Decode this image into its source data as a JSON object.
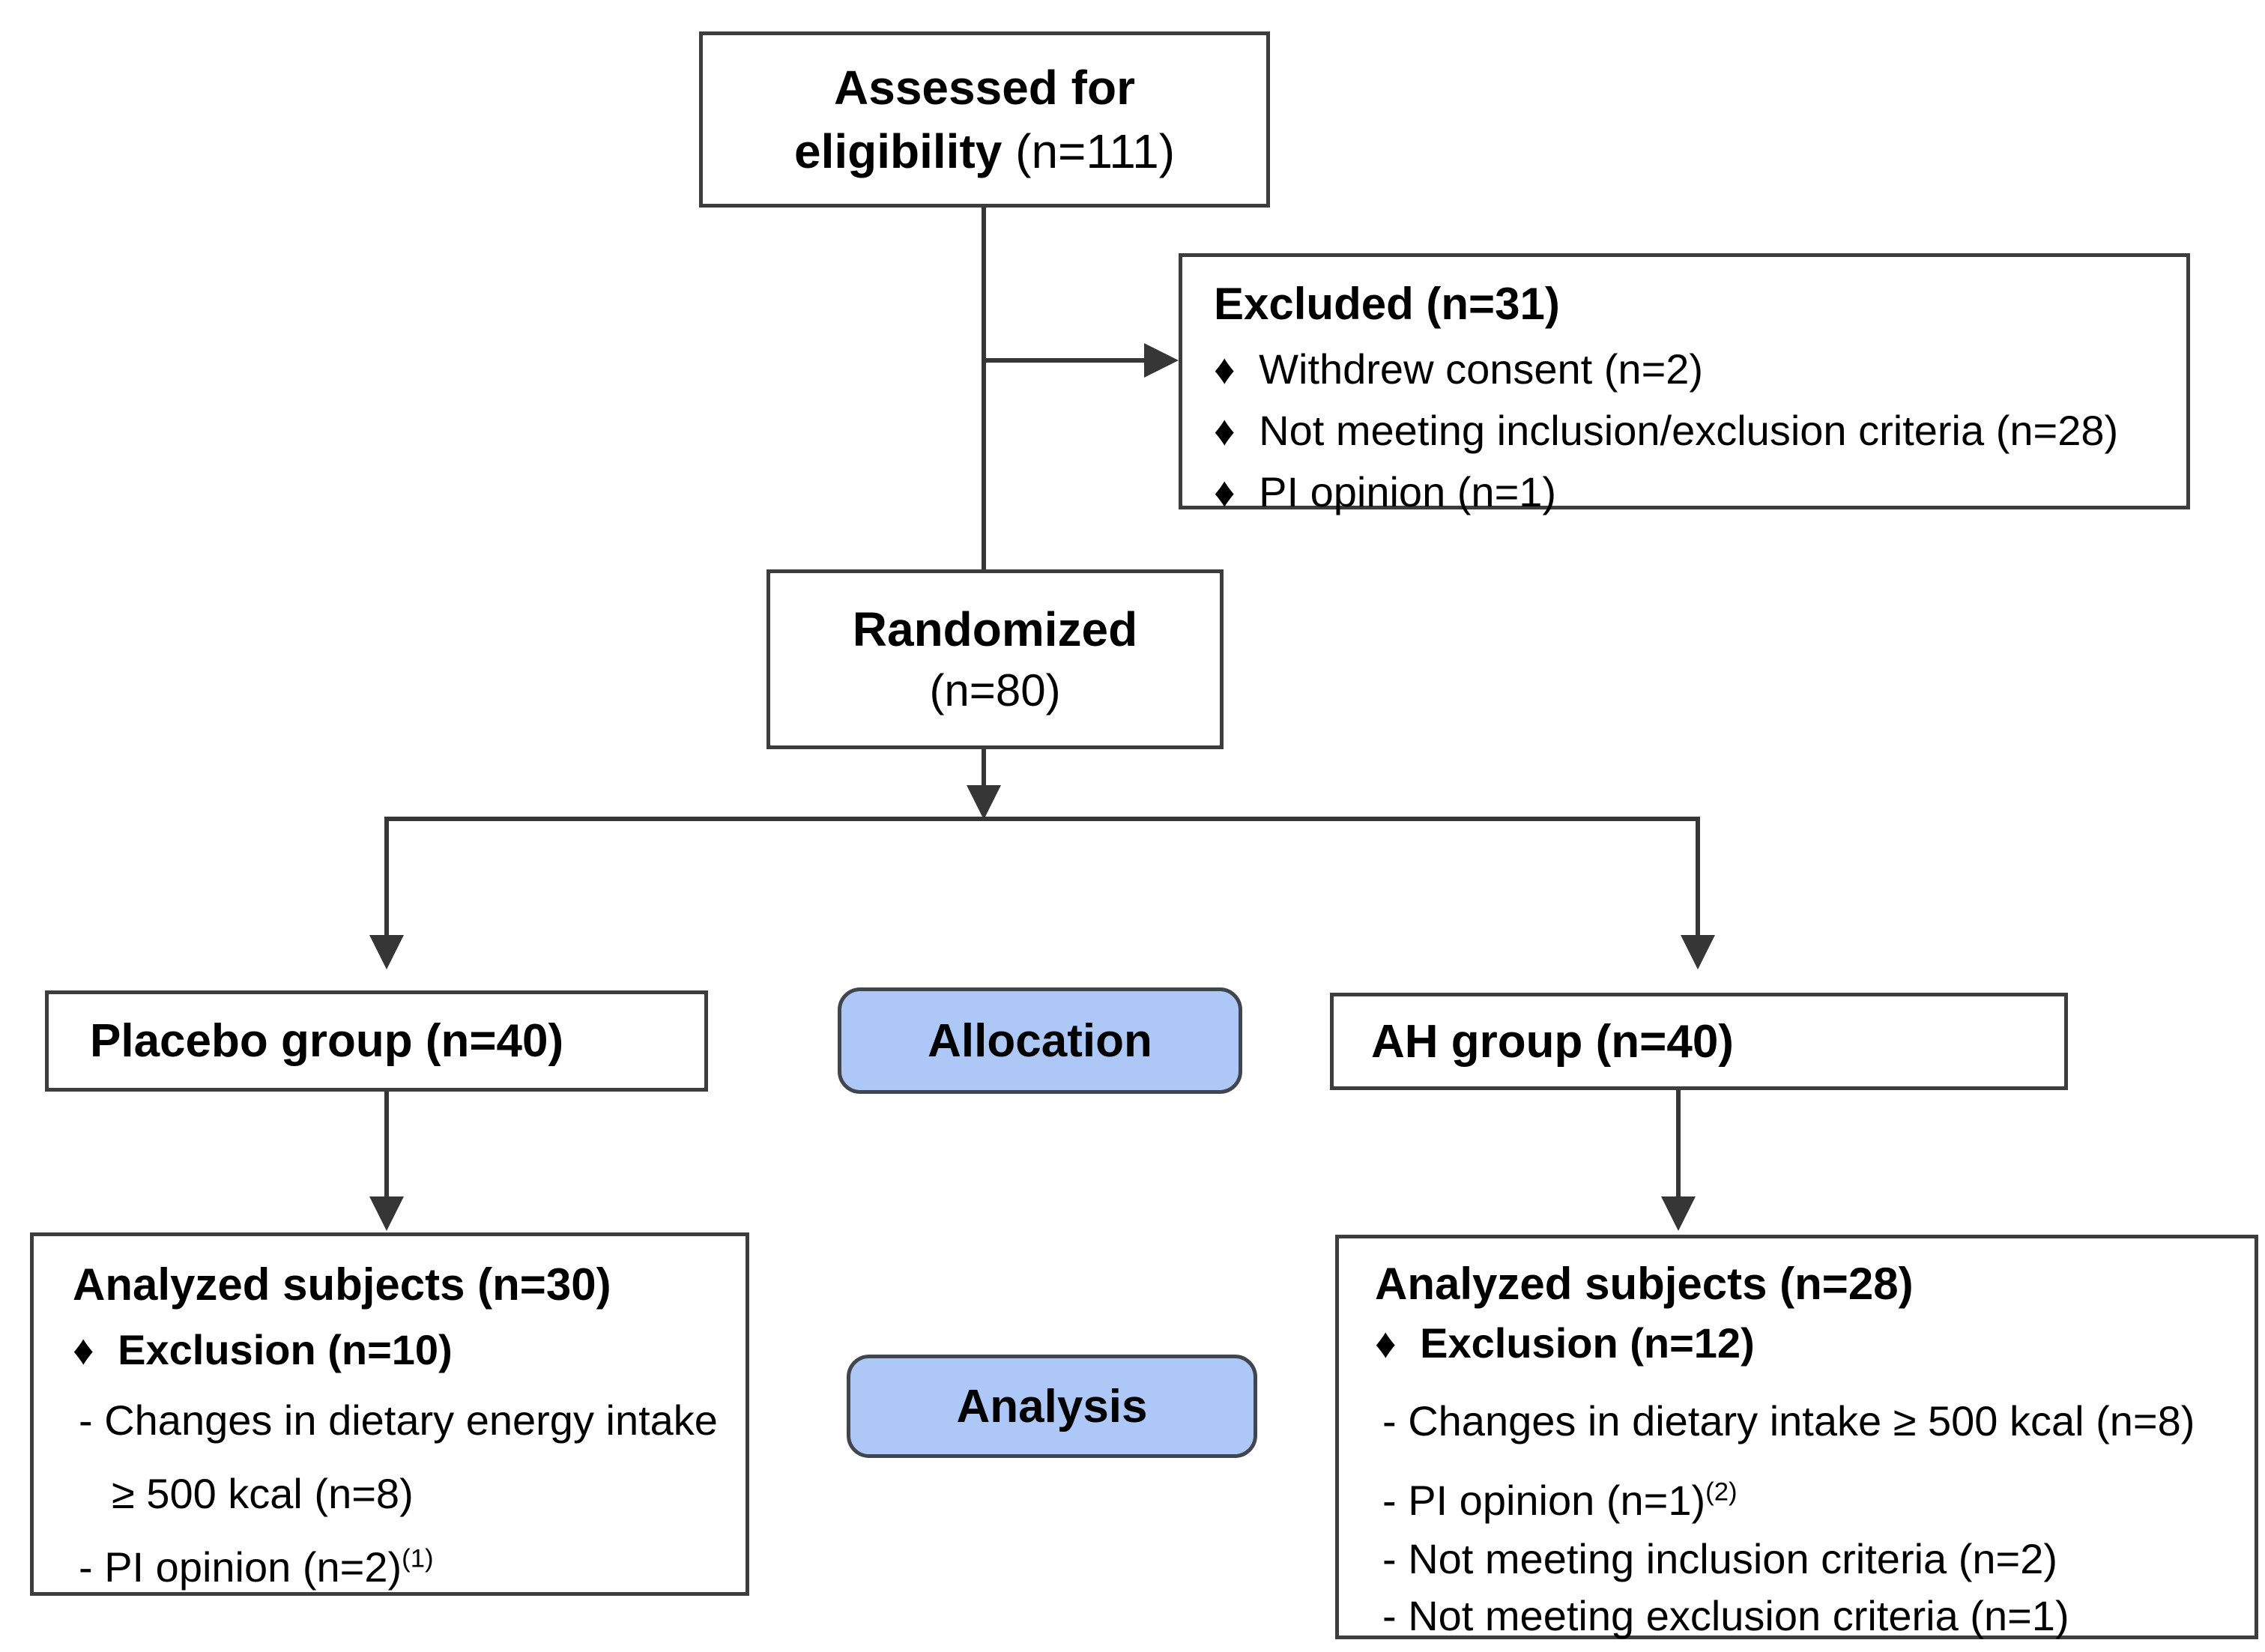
{
  "colors": {
    "box_border": "#3d3d3d",
    "connector": "#363636",
    "process_fill": "#adc8f7",
    "process_border": "#41454d"
  },
  "boxes": {
    "assessed": {
      "title_line1": "Assessed for",
      "title_line2": "eligibility",
      "count": "(n=111)"
    },
    "excluded": {
      "title": "Excluded (n=31)",
      "bullet": "♦",
      "items": [
        "Withdrew consent (n=2)",
        "Not meeting inclusion/exclusion criteria (n=28)",
        "PI opinion (n=1)"
      ]
    },
    "randomized": {
      "title": "Randomized",
      "count": "(n=80)"
    },
    "allocation": {
      "label": "Allocation"
    },
    "analysis": {
      "label": "Analysis"
    },
    "placebo": {
      "title": "Placebo group (n=40)"
    },
    "ah": {
      "title": "AH group (n=40)"
    },
    "analyzed_placebo": {
      "title": "Analyzed subjects (n=30)",
      "bullet": "♦",
      "exclusion": "Exclusion (n=10)",
      "item1": "- Changes in dietary energy intake",
      "item1_cont": "≥  500 kcal (n=8)",
      "item2": "- PI opinion (n=2)",
      "item2_sup": "(1)"
    },
    "analyzed_ah": {
      "title": "Analyzed subjects (n=28)",
      "bullet": "♦",
      "exclusion": "Exclusion (n=12)",
      "item1": "- Changes in dietary intake ≥ 500 kcal (n=8)",
      "item2": "- PI opinion (n=1)",
      "item2_sup": "(2)",
      "item3": "- Not meeting inclusion criteria (n=2)",
      "item4": "- Not meeting exclusion criteria (n=1)"
    }
  }
}
